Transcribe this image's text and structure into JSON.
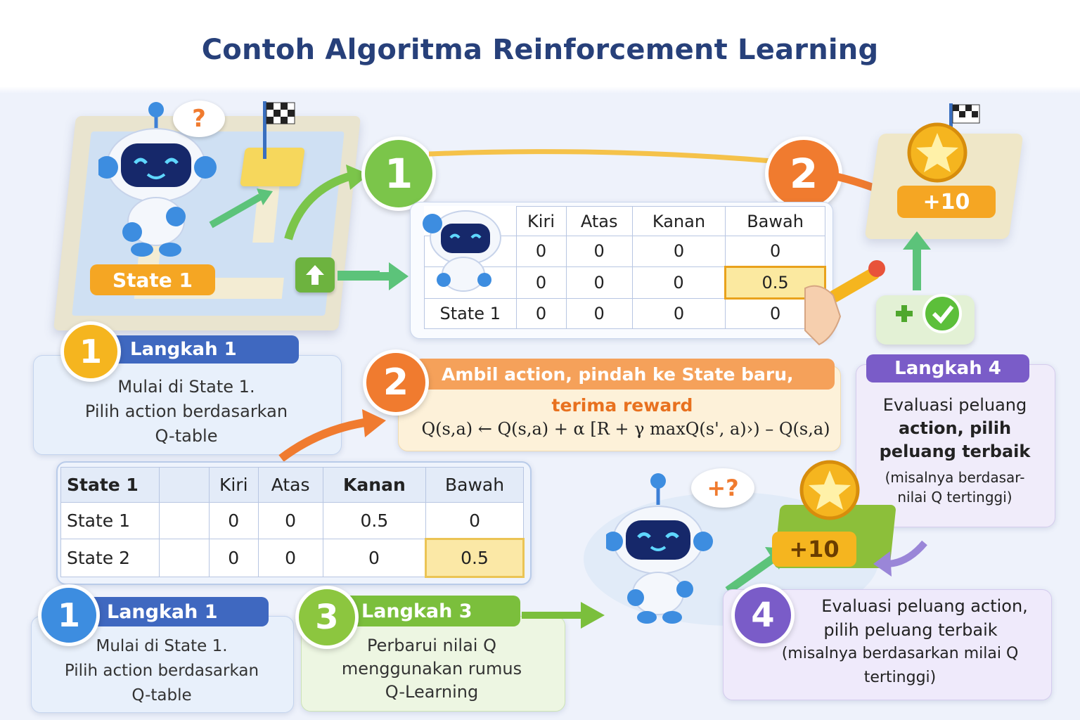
{
  "title": "Contoh Algoritma Reinforcement Learning",
  "maze": {
    "state_label": "State 1"
  },
  "steps_numbers": {
    "one": "1",
    "two": "2",
    "three": "3",
    "four": "4"
  },
  "top_table": {
    "headers": [
      "",
      "Kiri",
      "Atas",
      "Kanan",
      "Bawah"
    ],
    "rows": [
      [
        "",
        "0",
        "0",
        "0",
        "0"
      ],
      [
        "",
        "0",
        "0",
        "0",
        "0.5"
      ],
      [
        "State 1",
        "0",
        "0",
        "0",
        "0"
      ]
    ]
  },
  "reward_top": {
    "value": "+10"
  },
  "step1_top": {
    "badge": "Langkah 1",
    "line1": "Mulai di State 1.",
    "line2": "Pilih action berdasarkan",
    "line3": "Q-table"
  },
  "step2": {
    "line1": "Ambil action, pindah ke State baru,",
    "line2": "terima reward",
    "formula": "Q(s,a) ← Q(s,a) + α [R + γ maxQ(s', a)›) – Q(s,a)"
  },
  "step4_top": {
    "badge": "Langkah 4",
    "line1": "Evaluasi peluang",
    "line2": "action, pilih",
    "line3": "peluang terbaik",
    "line4": "(misalnya berdasar-",
    "line5": "nilai Q tertinggi)"
  },
  "bottom_table": {
    "headers": [
      "State 1",
      "",
      "Kiri",
      "Atas",
      "Kanan",
      "Bawah"
    ],
    "rows": [
      [
        "State 1",
        "",
        "0",
        "0",
        "0.5",
        "0"
      ],
      [
        "State 2",
        "",
        "0",
        "0",
        "0",
        "0.5"
      ]
    ]
  },
  "step1_bottom": {
    "badge": "Langkah 1",
    "line1": "Mulai di State 1.",
    "line2": "Pilih action berdasarkan",
    "line3": "Q-table"
  },
  "step3": {
    "badge": "Langkah 3",
    "line1": "Perbarui nilai Q",
    "line2": "menggunakan rumus",
    "line3": "Q-Learning"
  },
  "reward_bottom": {
    "value": "+10"
  },
  "thought_top": "?",
  "thought_bottom": "+?",
  "step4_bottom": {
    "line1": "Evaluasi peluang action,",
    "line2": "pilih peluang terbaik",
    "line3": "(misalnya berdasarkan milai Q",
    "line4": "tertinggi)"
  },
  "colors": {
    "navy": "#27407a",
    "green": "#6db33f",
    "orange": "#f07b2f",
    "purple": "#7a5cc8",
    "blue": "#3d8de0",
    "gold": "#f5b51f"
  },
  "icons": [
    "robot-icon",
    "flag-icon",
    "coin-star-icon",
    "pencil-hand-icon",
    "check-icon",
    "up-arrow-icon"
  ]
}
